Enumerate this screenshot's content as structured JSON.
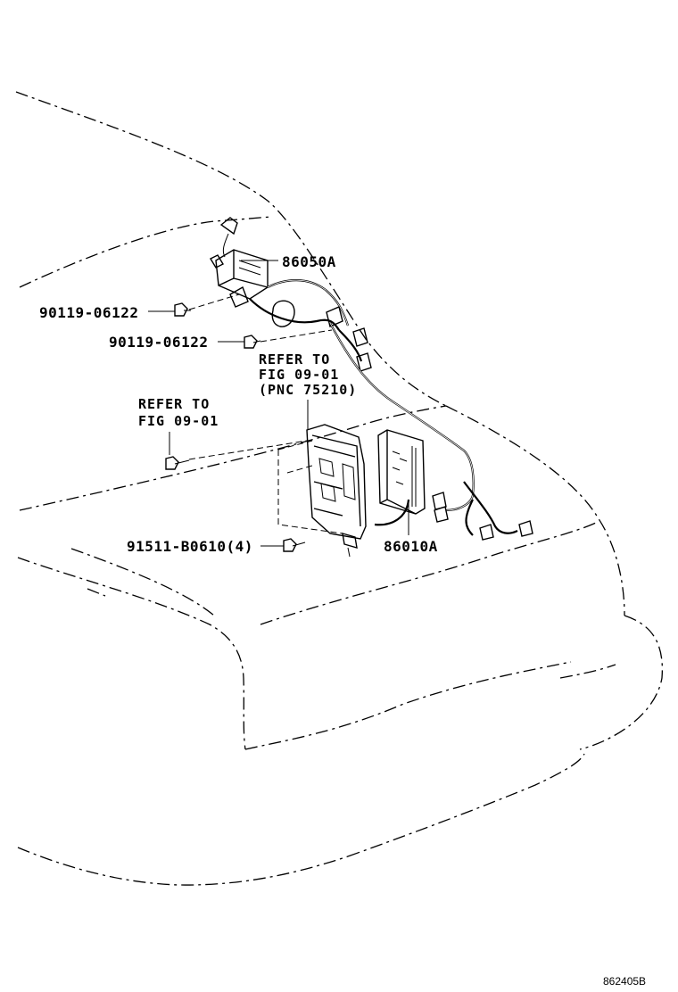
{
  "callouts": {
    "antenna_amp": "86050A",
    "bolt_upper": "90119-06122",
    "bolt_lower": "90119-06122",
    "refer_right_line1": "REFER TO",
    "refer_right_line2": "FIG 09-01",
    "refer_right_line3": "(PNC 75210)",
    "refer_left_line1": "REFER TO",
    "refer_left_line2": "FIG 09-01",
    "screw_set": "91511-B0610(4)",
    "receiver": "86010A"
  },
  "footer": {
    "illustration_code": "862405B"
  }
}
